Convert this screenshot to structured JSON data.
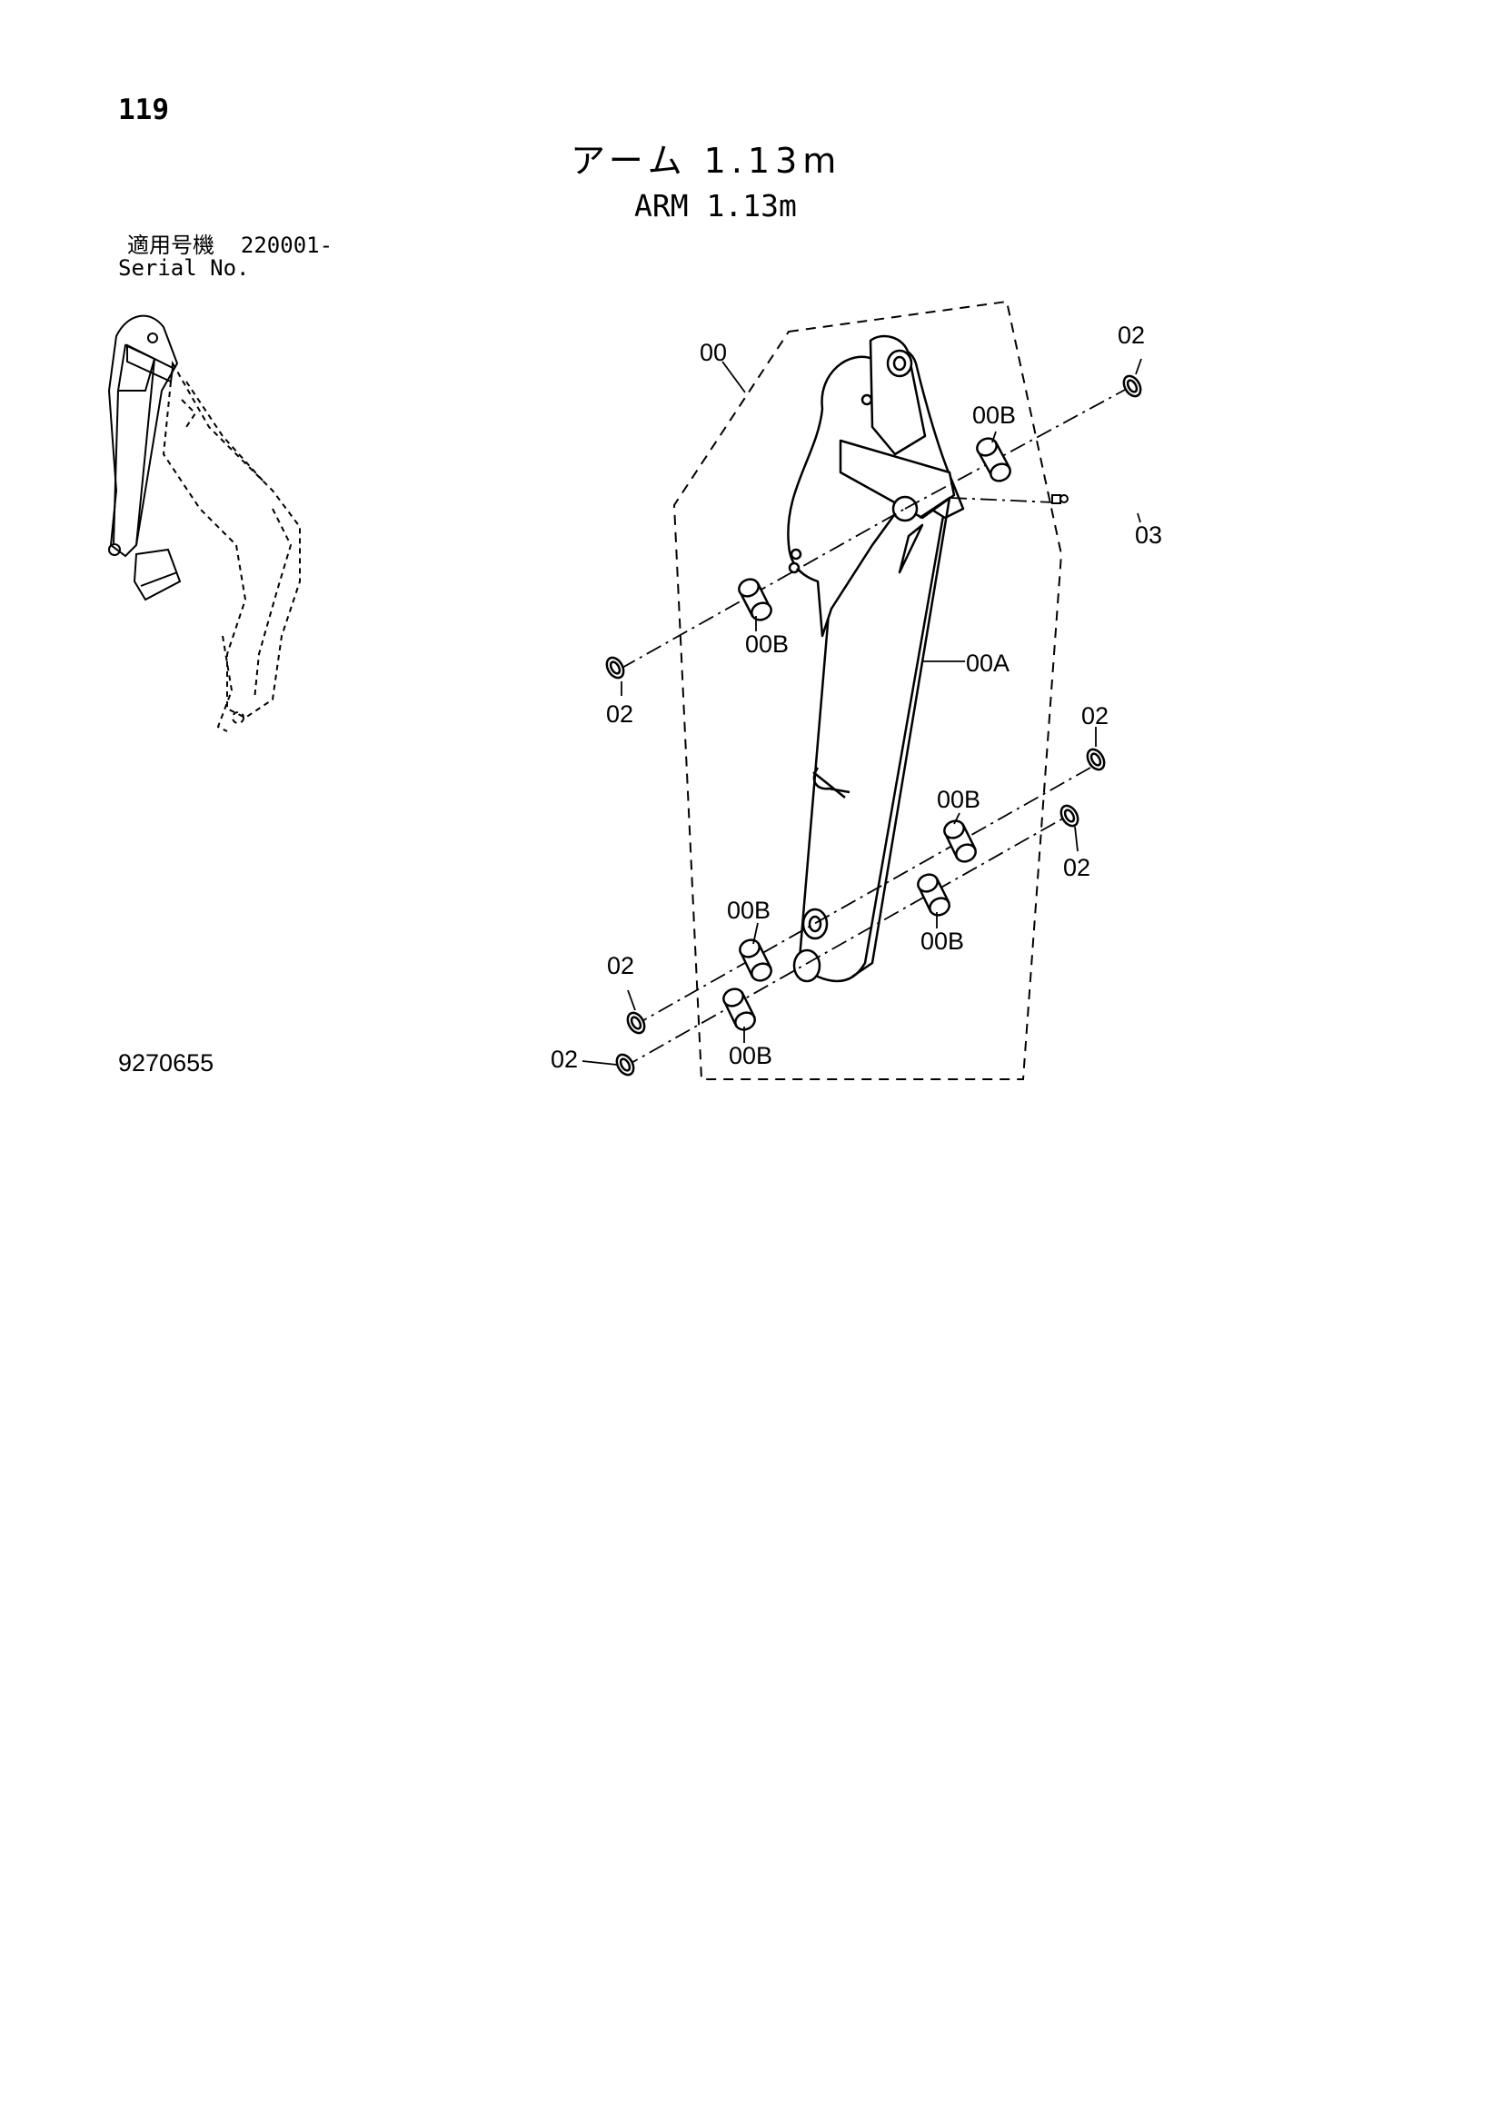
{
  "page_number": "119",
  "title_jp": "アーム 1.13m",
  "title_en": "ARM 1.13m",
  "serial_label_jp": "適用号機",
  "serial_value": "220001-",
  "serial_label_en": "Serial No.",
  "document_number": "9270655",
  "callouts": {
    "assembly": "00",
    "arm_body": "00A",
    "bushing": "00B",
    "seal": "02",
    "grease_fitting": "03"
  }
}
